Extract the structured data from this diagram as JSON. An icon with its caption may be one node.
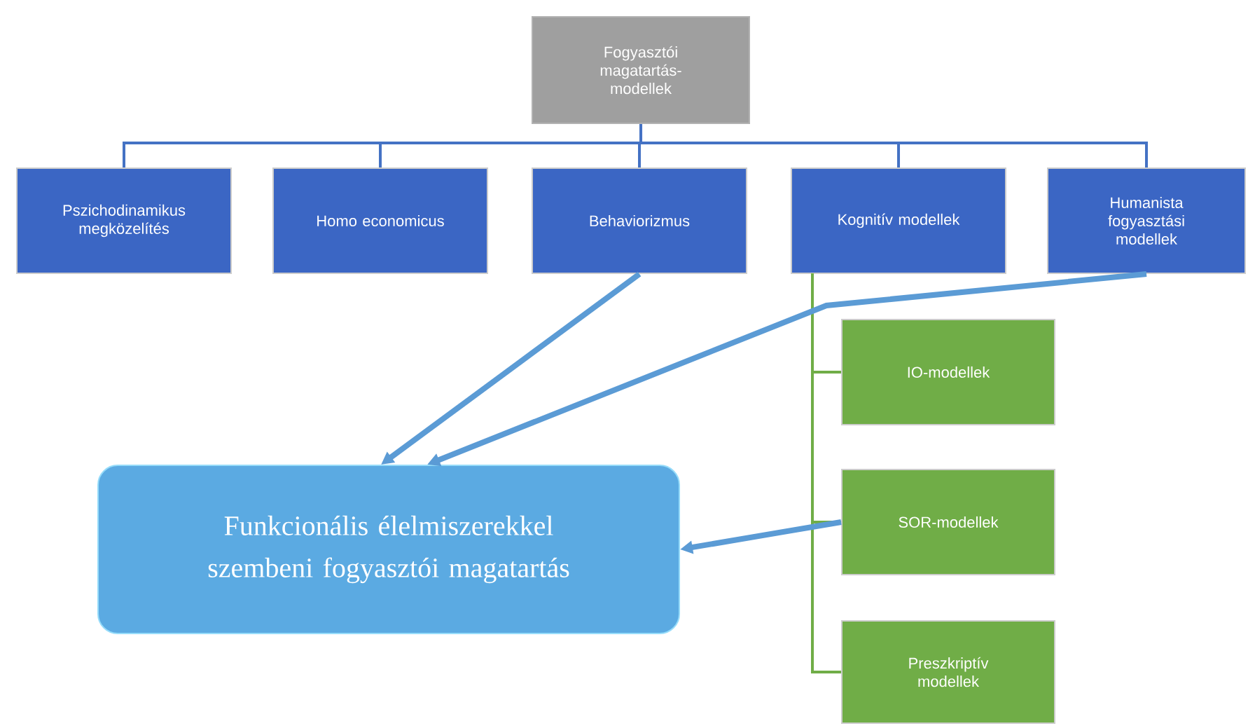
{
  "diagram": {
    "nodes": [
      {
        "text": [
          "Fogyasztói magatartás-modellek"
        ]
      },
      {
        "text": [
          "Pszichodinamikus megközelítés"
        ]
      },
      {
        "text": [
          "Homo economicus"
        ]
      },
      {
        "text": [
          "Behaviorizmus"
        ]
      },
      {
        "text": [
          "Kognitív modellek"
        ]
      },
      {
        "text": [
          "Humanista fogyasztási modellek"
        ]
      },
      {
        "text": [
          "IO-modellek"
        ]
      },
      {
        "text": [
          "SOR-modellek"
        ]
      },
      {
        "text": [
          "Preszkriptív modellek"
        ]
      },
      {
        "text": [
          "Funkcionális élelmiszerekkel szembeni fogyasztói magatartás"
        ]
      }
    ],
    "edges": [
      {
        "from": 0,
        "to": 1,
        "arrow": "none"
      },
      {
        "from": 0,
        "to": 2,
        "arrow": "none"
      },
      {
        "from": 0,
        "to": 3,
        "arrow": "none"
      },
      {
        "from": 0,
        "to": 4,
        "arrow": "none"
      },
      {
        "from": 0,
        "to": 5,
        "arrow": "none"
      },
      {
        "from": 4,
        "to": 6,
        "arrow": "none",
        "color": "#70ad47"
      },
      {
        "from": 4,
        "to": 7,
        "arrow": "none",
        "color": "#70ad47"
      },
      {
        "from": 4,
        "to": 8,
        "arrow": "none",
        "color": "#70ad47"
      },
      {
        "from": 3,
        "to": 9,
        "arrow": "to",
        "style": "thick",
        "color": "#5b9bd5"
      },
      {
        "from": 5,
        "to": 9,
        "arrow": "to",
        "style": "thick",
        "color": "#5b9bd5"
      },
      {
        "from": 7,
        "to": 9,
        "arrow": "to",
        "style": "thick",
        "color": "#5b9bd5"
      }
    ]
  }
}
